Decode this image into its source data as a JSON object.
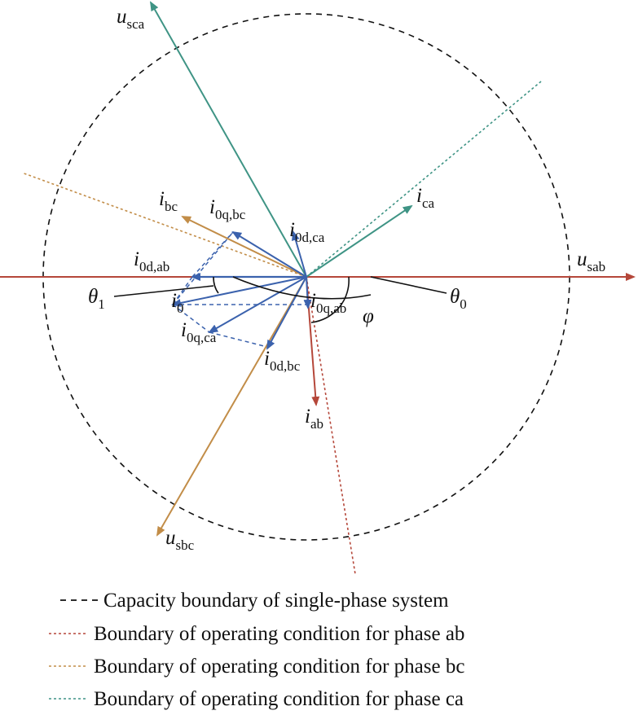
{
  "colors": {
    "ab": "#b5473a",
    "bc": "#c28d48",
    "ca": "#3f9485",
    "blue": "#3b62ad",
    "black": "#111111"
  },
  "labels": {
    "u_sca": {
      "main": "u",
      "sub": "sca"
    },
    "u_sab": {
      "main": "u",
      "sub": "sab"
    },
    "u_sbc": {
      "main": "u",
      "sub": "sbc"
    },
    "i_ca": {
      "main": "i",
      "sub": "ca"
    },
    "i_bc": {
      "main": "i",
      "sub": "bc"
    },
    "i_ab": {
      "main": "i",
      "sub": "ab"
    },
    "i_0": {
      "main": "i",
      "sub": "0"
    },
    "i_0q_bc": {
      "main": "i",
      "sub": "0q,bc"
    },
    "i_0d_ca": {
      "main": "i",
      "sub": "0d,ca"
    },
    "i_0d_ab": {
      "main": "i",
      "sub": "0d,ab"
    },
    "i_0q_ab": {
      "main": "i",
      "sub": "0q,ab"
    },
    "i_0q_ca": {
      "main": "i",
      "sub": "0q,ca"
    },
    "i_0d_bc": {
      "main": "i",
      "sub": "0d,bc"
    },
    "theta_1": {
      "main": "θ",
      "sub": "1"
    },
    "theta_0": {
      "main": "θ",
      "sub": "0"
    },
    "phi": {
      "main": "φ"
    }
  },
  "legend": [
    {
      "style": "black-dashed",
      "text": "Capacity boundary of single-phase system"
    },
    {
      "style": "ab-dotted",
      "text": "Boundary of operating condition for phase ab"
    },
    {
      "style": "bc-dotted",
      "text": "Boundary of operating condition for phase bc"
    },
    {
      "style": "ca-dotted",
      "text": "Boundary of operating condition for phase ca"
    }
  ]
}
